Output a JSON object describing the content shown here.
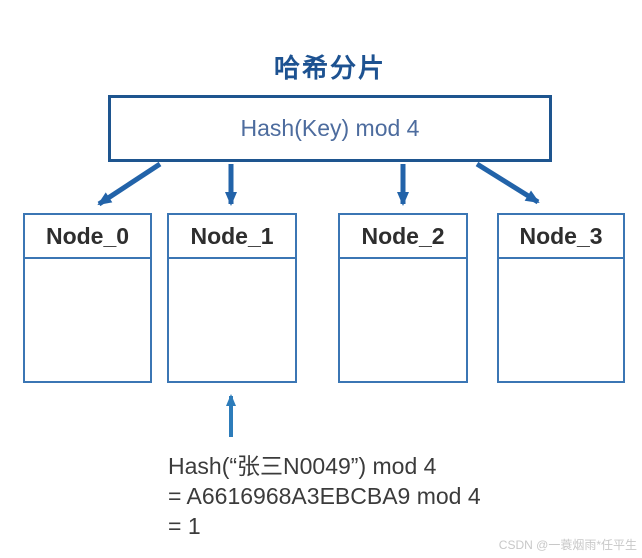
{
  "title": "哈希分片",
  "hash_box": {
    "label": "Hash(Key) mod 4"
  },
  "nodes": [
    {
      "label": "Node_0"
    },
    {
      "label": "Node_1"
    },
    {
      "label": "Node_2"
    },
    {
      "label": "Node_3"
    }
  ],
  "annotation": {
    "lines": [
      "Hash(“张三N0049”) mod 4",
      "= A6616968A3EBCBA9 mod 4",
      "= 1"
    ]
  },
  "watermark": "CSDN @一蓑烟雨*任平生",
  "colors": {
    "title_blue": "#1d5291",
    "box_border_blue": "#1e558f",
    "arrow_blue": "#2263a9",
    "node_border_blue": "#3b76b4",
    "hash_text_blue": "#4d6c9e",
    "node_text": "#2e2e2e",
    "annotation_text": "#3b3b3b",
    "up_arrow_blue": "#2d7cba",
    "watermark_gray": "#c8c8c8"
  }
}
